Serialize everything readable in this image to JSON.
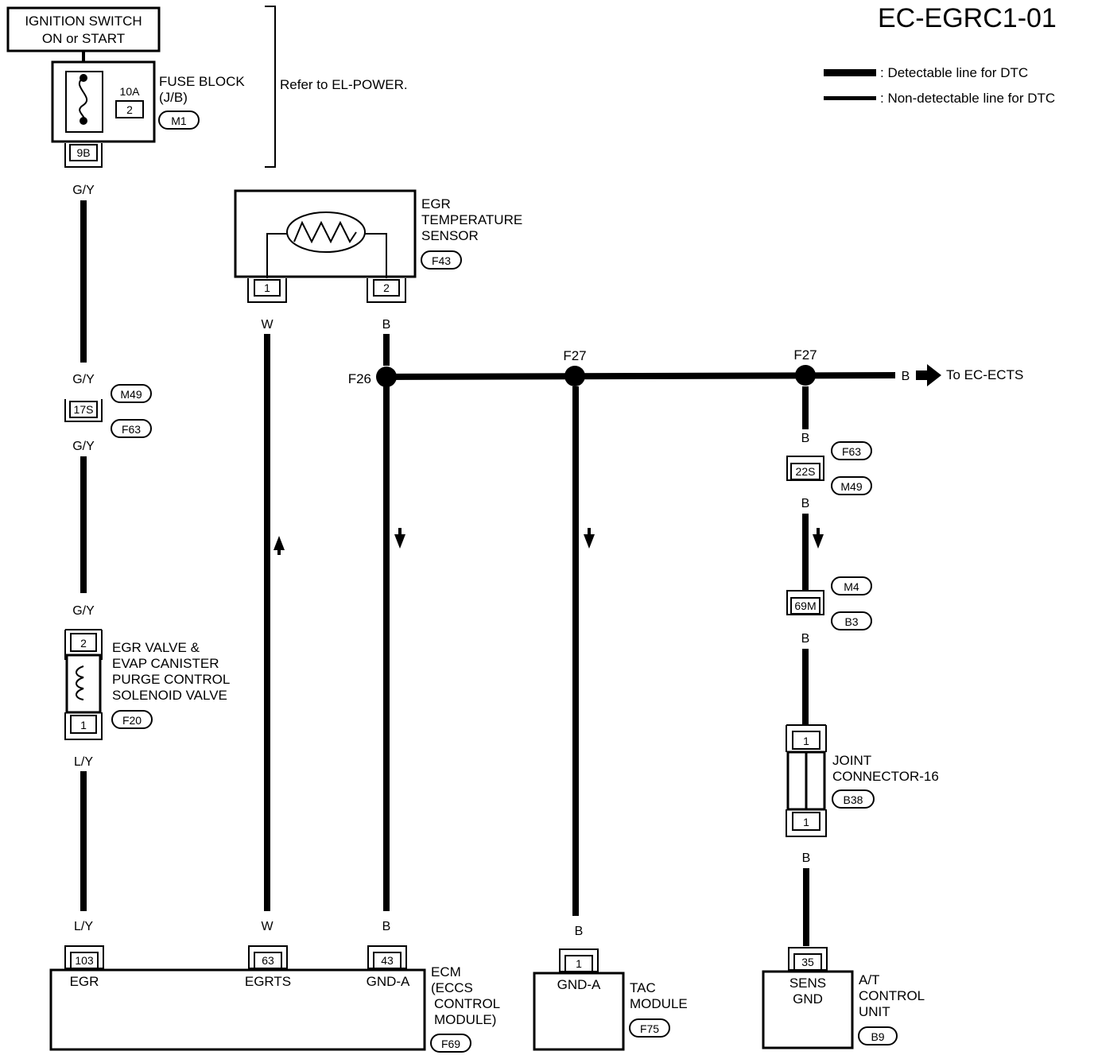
{
  "title": "EC-EGRC1-01",
  "legend": {
    "detectable": ": Detectable line for DTC",
    "non_detectable": ": Non-detectable line for DTC"
  },
  "ignition": {
    "line1": "IGNITION SWITCH",
    "line2": "ON or START"
  },
  "fuse": {
    "amp": "10A",
    "num": "2",
    "label1": "FUSE BLOCK",
    "label2": "(J/B)",
    "conn": "M1",
    "pin": "9B"
  },
  "refer": "Refer to EL-POWER.",
  "egr_sensor": {
    "line1": "EGR",
    "line2": "TEMPERATURE",
    "line3": "SENSOR",
    "conn": "F43",
    "pin1": "1",
    "pin2": "2"
  },
  "wires": {
    "gy": "G/Y",
    "ly": "L/Y",
    "w": "W",
    "b": "B"
  },
  "junction_17s": {
    "pin": "17S",
    "conn_a": "M49",
    "conn_b": "F63"
  },
  "splices": {
    "f26": "F26",
    "f27a": "F27",
    "f27b": "F27"
  },
  "to_ects": "To EC-ECTS",
  "junction_22s": {
    "pin": "22S",
    "conn_a": "F63",
    "conn_b": "M49"
  },
  "junction_69m": {
    "pin": "69M",
    "conn_a": "M4",
    "conn_b": "B3"
  },
  "solenoid": {
    "line1": "EGR VALVE &",
    "line2": "EVAP CANISTER",
    "line3": "PURGE CONTROL",
    "line4": "SOLENOID VALVE",
    "conn": "F20",
    "pin_top": "2",
    "pin_bottom": "1"
  },
  "joint": {
    "line1": "JOINT",
    "line2": "CONNECTOR-16",
    "conn": "B38",
    "pin_top": "1",
    "pin_bottom": "1"
  },
  "ecm": {
    "pin103": "103",
    "pin63": "63",
    "pin43": "43",
    "t_egr": "EGR",
    "t_egrts": "EGRTS",
    "t_gnda": "GND-A",
    "line1": "ECM",
    "line2": "(ECCS",
    "line3": "CONTROL",
    "line4": "MODULE)",
    "conn": "F69"
  },
  "tac": {
    "pin": "1",
    "t_gnda": "GND-A",
    "line1": "TAC",
    "line2": "MODULE",
    "conn": "F75"
  },
  "atcu": {
    "pin": "35",
    "t_sens": "SENS",
    "t_gnd": "GND",
    "line1": "A/T",
    "line2": "CONTROL",
    "line3": "UNIT",
    "conn": "B9"
  }
}
